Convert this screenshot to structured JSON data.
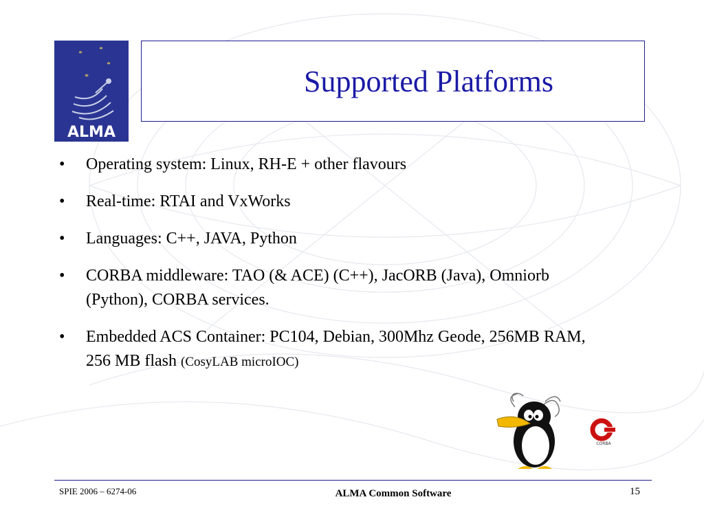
{
  "title": "Supported Platforms",
  "logo": {
    "text": "ALMA",
    "colors": {
      "background": "#2a3593",
      "text": "#ffffff"
    }
  },
  "bullets": [
    {
      "text": "Operating system: Linux, RH-E + other flavours",
      "note": ""
    },
    {
      "text": "Real-time: RTAI and VxWorks",
      "note": ""
    },
    {
      "text": "Languages: C++, JAVA, Python",
      "note": ""
    },
    {
      "text": "CORBA middleware: TAO (& ACE) (C++), JacORB (Java), Omniorb (Python), CORBA services.",
      "note": ""
    },
    {
      "text": "Embedded ACS Container: PC104, Debian, 300Mhz Geode, 256MB RAM, 256 MB flash ",
      "note": "(CosyLAB microIOC)"
    }
  ],
  "images": {
    "penguin": "einstein-penguin-icon",
    "corba": "corba-logo-icon",
    "corba_text": "CORBA"
  },
  "footer": {
    "left": "SPIE 2006 – 6274-06",
    "center": "ALMA Common Software",
    "page": "15"
  },
  "colors": {
    "title": "#1a1aa6",
    "frame": "#1b1b8f"
  }
}
